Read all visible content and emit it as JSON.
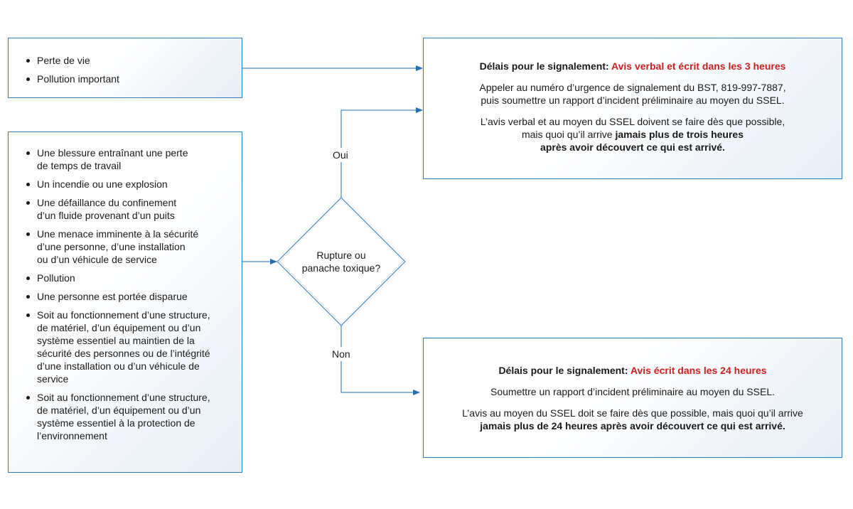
{
  "box_top_left": {
    "items": [
      "Perte de vie",
      "Pollution important"
    ]
  },
  "box_bottom_left": {
    "items": [
      "Une blessure entraînant une perte\nde temps de travail",
      "Un incendie ou une explosion",
      "Une défaillance du confinement\nd’un fluide provenant d’un puits",
      "Une menace imminente à la sécurité\nd’une personne, d’une installation\nou d’un véhicule de service",
      "Pollution",
      "Une personne est portée disparue",
      "Soit au fonctionnement d’une structure,\nde matériel, d’un équipement ou d’un\nsystème essentiel au maintien de la\nsécurité des personnes ou de l’intégrité\nd’une installation ou d’un véhicule de\nservice",
      "Soit au fonctionnement d’une structure,\nde matériel, d’un équipement ou d’un\nsystème essentiel à la protection de\nl’environnement"
    ]
  },
  "decision": {
    "text": "Rupture ou\npanache toxique?",
    "yes_label": "Oui",
    "no_label": "Non"
  },
  "outcome_3h": {
    "heading_label": "Délais pour le signalement: ",
    "heading_highlight": "Avis verbal et écrit dans les 3 heures",
    "paragraph1": "Appeler au numéro d’urgence de signalement du BST, 819-997-7887,\npuis soumettre un rapport d’incident préliminaire au moyen du SSEL.",
    "paragraph2_plain": "L’avis verbal et au moyen du SSEL doivent se faire dès que possible,\nmais quoi qu’il arrive ",
    "paragraph2_bold": "jamais plus de trois heures\naprès avoir découvert ce qui est arrivé."
  },
  "outcome_24h": {
    "heading_label": "Délais pour le signalement: ",
    "heading_highlight": "Avis écrit dans les 24 heures",
    "paragraph1": "Soumettre un rapport d’incident préliminaire au moyen du SSEL.",
    "paragraph2_plain": "L’avis au moyen du SSEL doit se faire dès que possible, mais quoi qu’il arrive\n",
    "paragraph2_bold": "jamais plus de 24 heures après avoir découvert ce qui est arrivé."
  },
  "colors": {
    "border": "#2f7fbf",
    "arrow": "#1f6fb2",
    "highlight": "#cc1f1f"
  }
}
